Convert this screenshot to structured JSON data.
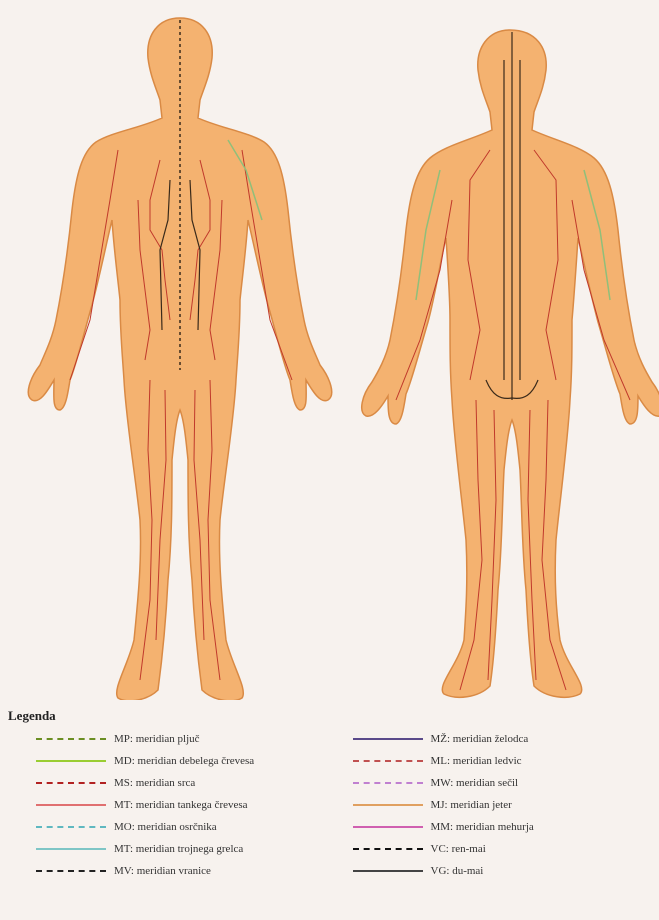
{
  "figures": {
    "body_fill": "#f4b270",
    "body_outline": "#d98a45",
    "meridian_red": "#c0392b",
    "meridian_dark": "#3a2a1a",
    "meridian_green": "#8fbf7a"
  },
  "legend": {
    "title": "Legenda",
    "left": [
      {
        "label": "MP: meridian pljuč",
        "color": "#6b8e23",
        "style": "dashed",
        "icon": "dashed-line-icon"
      },
      {
        "label": "MD: meridian debelega črevesa",
        "color": "#9acd32",
        "style": "solid",
        "icon": "solid-line-icon"
      },
      {
        "label": "MS: meridian srca",
        "color": "#b22222",
        "style": "dashed",
        "icon": "dashed-line-icon"
      },
      {
        "label": "MT: meridian tankega črevesa",
        "color": "#e07070",
        "style": "solid",
        "icon": "solid-line-icon"
      },
      {
        "label": "MO: meridian osrčnika",
        "color": "#5fb8c0",
        "style": "dashed",
        "icon": "dashed-line-icon"
      },
      {
        "label": "MT: meridian trojnega grelca",
        "color": "#7fc6c6",
        "style": "solid",
        "icon": "solid-line-icon"
      },
      {
        "label": "MV: meridian vranice",
        "color": "#222222",
        "style": "dashed",
        "icon": "dashed-line-icon"
      }
    ],
    "right": [
      {
        "label": "MŽ: meridian želodca",
        "color": "#5a4a8a",
        "style": "solid",
        "icon": "solid-line-icon"
      },
      {
        "label": "ML: meridian ledvic",
        "color": "#c05050",
        "style": "dashed",
        "icon": "dashed-line-icon"
      },
      {
        "label": "MW: meridian sečil",
        "color": "#c080d0",
        "style": "dashed",
        "icon": "dashed-line-icon"
      },
      {
        "label": "MJ: meridian jeter",
        "color": "#e0a060",
        "style": "solid",
        "icon": "solid-line-icon"
      },
      {
        "label": "MM: meridian mehurja",
        "color": "#d060b0",
        "style": "solid",
        "icon": "solid-line-icon"
      },
      {
        "label": "VC: ren-mai",
        "color": "#111111",
        "style": "dashed",
        "icon": "dashed-line-icon"
      },
      {
        "label": "VG: du-mai",
        "color": "#444444",
        "style": "solid",
        "icon": "solid-line-icon"
      }
    ]
  }
}
